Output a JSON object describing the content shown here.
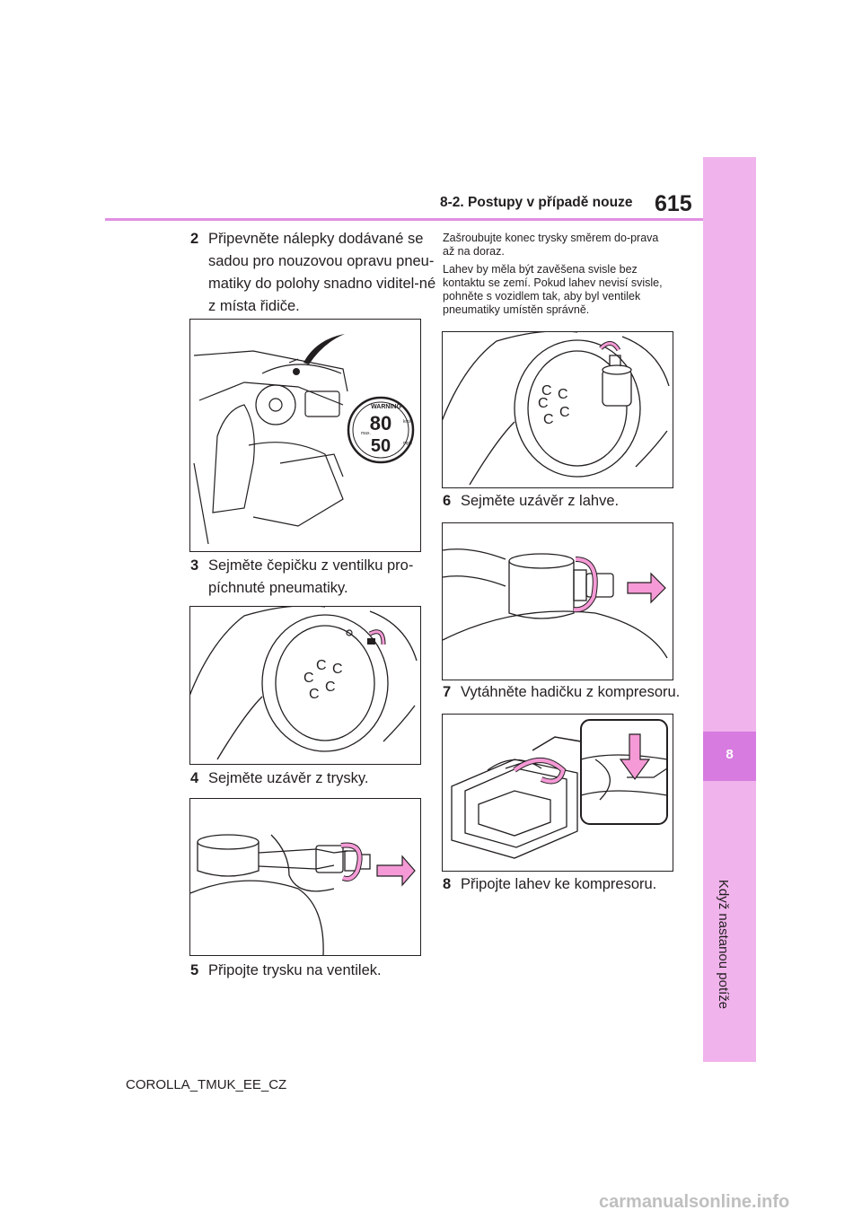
{
  "header": {
    "section": "8-2. Postupy v případě nouze",
    "page_number": "615"
  },
  "side_tab": {
    "chapter_number": "8",
    "chapter_title": "Když nastanou potíže"
  },
  "steps": [
    {
      "num": "2",
      "text": "Připevněte nálepky dodávané se sadou pro nouzovou opravu pneu-matiky do polohy snadno viditel-né z místa řidiče."
    },
    {
      "num": "3",
      "text": "Sejměte čepičku z ventilku pro-píchnuté pneumatiky."
    },
    {
      "num": "4",
      "text": "Sejměte uzávěr z trysky."
    },
    {
      "num": "5",
      "text": "Připojte trysku na ventilek."
    },
    {
      "num": "6",
      "text": "Sejměte uzávěr z lahve."
    },
    {
      "num": "7",
      "text": "Vytáhněte hadičku z kompresoru."
    },
    {
      "num": "8",
      "text": "Připojte lahev ke kompresoru."
    }
  ],
  "notes": [
    "Zašroubujte konec trysky směrem do-prava až na doraz.",
    "Lahev by měla být zavěšena svisle bez kontaktu se zemí. Pokud lahev nevisí svisle, pohněte s vozidlem tak, aby byl ventilek pneumatiky umístěn správně."
  ],
  "sticker": {
    "warning": "WARNING",
    "max_label": "max.",
    "speed_kmh": "80",
    "unit_kmh": "km/h",
    "speed_mph": "50",
    "unit_mph": "mph"
  },
  "icons": {
    "fig1": "dashboard-sticker-illustration",
    "fig2": "tire-valve-cap-illustration",
    "fig3": "nozzle-cap-illustration",
    "fig4": "valve-nozzle-illustration",
    "fig5": "bottle-cap-illustration",
    "fig6": "compressor-hose-illustration"
  },
  "colors": {
    "accent": "#e08fe2",
    "tab": "#f0b3ec",
    "tab_active": "#d77be0",
    "arrow": "#f59ad6"
  },
  "footer": {
    "code": "COROLLA_TMUK_EE_CZ",
    "watermark": "carmanualsonline.info"
  }
}
